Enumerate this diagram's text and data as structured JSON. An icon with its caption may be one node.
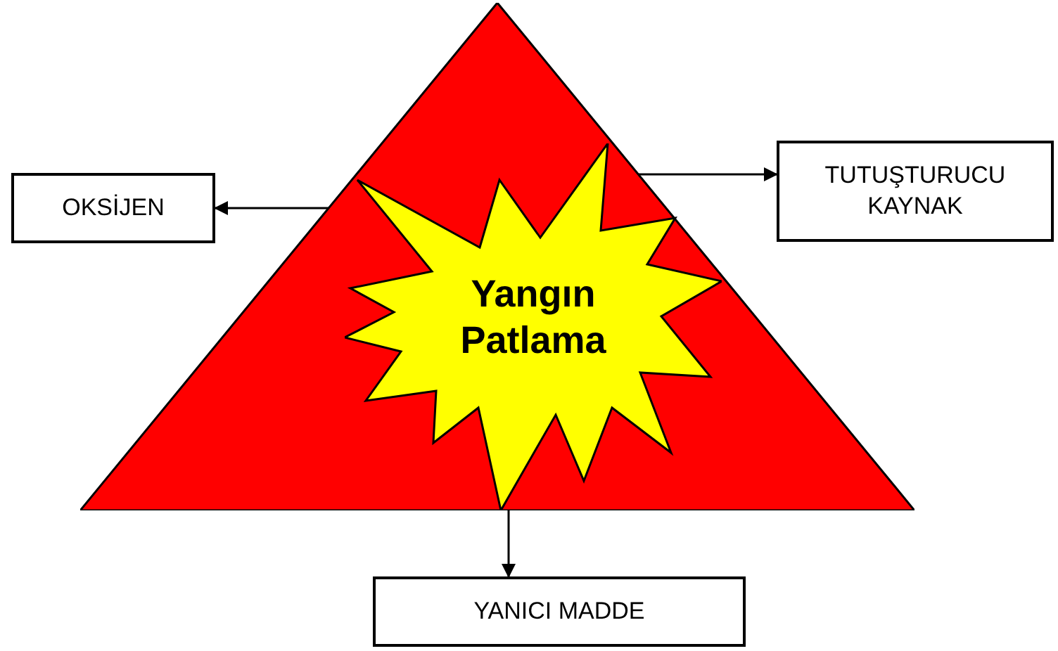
{
  "diagram": {
    "nodes": [
      {
        "text": [],
        "shape": "triangle"
      },
      {
        "text": [
          "Yangın Patlama"
        ],
        "in": 0
      },
      {
        "text": [
          "OKSİJEN"
        ]
      },
      {
        "text": [
          "TUTUŞTURUCU KAYNAK"
        ]
      },
      {
        "text": [
          "YANICI MADDE"
        ]
      }
    ],
    "edges": [
      {
        "from": 0,
        "to": 2,
        "arrow": "to"
      },
      {
        "from": 0,
        "to": 3,
        "arrow": "to"
      },
      {
        "from": 0,
        "to": 4,
        "arrow": "to"
      }
    ]
  }
}
